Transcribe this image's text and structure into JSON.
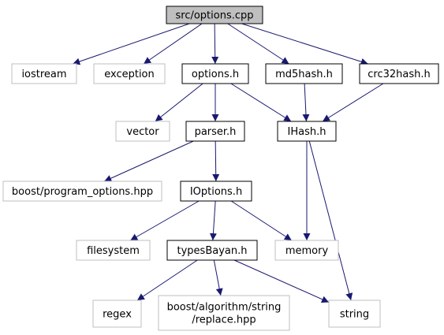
{
  "nodes": {
    "options_cpp": {
      "label": "src/options.cpp",
      "style": "focus"
    },
    "iostream": {
      "label": "iostream",
      "style": "external"
    },
    "exception": {
      "label": "exception",
      "style": "external"
    },
    "options_h": {
      "label": "options.h",
      "style": "local"
    },
    "md5hash_h": {
      "label": "md5hash.h",
      "style": "local"
    },
    "crc32hash_h": {
      "label": "crc32hash.h",
      "style": "local"
    },
    "vector": {
      "label": "vector",
      "style": "external"
    },
    "parser_h": {
      "label": "parser.h",
      "style": "local"
    },
    "ihash_h": {
      "label": "IHash.h",
      "style": "local"
    },
    "boost_po": {
      "label": "boost/program_options.hpp",
      "style": "external"
    },
    "ioptions_h": {
      "label": "IOptions.h",
      "style": "local"
    },
    "filesystem": {
      "label": "filesystem",
      "style": "external"
    },
    "typesbayan_h": {
      "label": "typesBayan.h",
      "style": "local"
    },
    "memory": {
      "label": "memory",
      "style": "external"
    },
    "regex": {
      "label": "regex",
      "style": "external"
    },
    "boost_replace": {
      "label": "boost/algorithm/string\n/replace.hpp",
      "style": "external"
    },
    "string": {
      "label": "string",
      "style": "external"
    }
  },
  "edges": [
    [
      "options_cpp",
      "iostream"
    ],
    [
      "options_cpp",
      "exception"
    ],
    [
      "options_cpp",
      "options_h"
    ],
    [
      "options_cpp",
      "md5hash_h"
    ],
    [
      "options_cpp",
      "crc32hash_h"
    ],
    [
      "options_h",
      "vector"
    ],
    [
      "options_h",
      "parser_h"
    ],
    [
      "options_h",
      "ihash_h"
    ],
    [
      "md5hash_h",
      "ihash_h"
    ],
    [
      "crc32hash_h",
      "ihash_h"
    ],
    [
      "parser_h",
      "boost_po"
    ],
    [
      "parser_h",
      "ioptions_h"
    ],
    [
      "ihash_h",
      "memory"
    ],
    [
      "ihash_h",
      "string"
    ],
    [
      "ioptions_h",
      "filesystem"
    ],
    [
      "ioptions_h",
      "typesbayan_h"
    ],
    [
      "ioptions_h",
      "memory"
    ],
    [
      "typesbayan_h",
      "regex"
    ],
    [
      "typesbayan_h",
      "boost_replace"
    ],
    [
      "typesbayan_h",
      "string"
    ]
  ],
  "colors": {
    "edge": "#191970",
    "focus_fill": "#bfbfbf",
    "focus_stroke": "#000000",
    "local_fill": "#ffffff",
    "local_stroke": "#000000",
    "external_fill": "#ffffff",
    "external_stroke": "#bfbfbf",
    "text": "#000000"
  }
}
